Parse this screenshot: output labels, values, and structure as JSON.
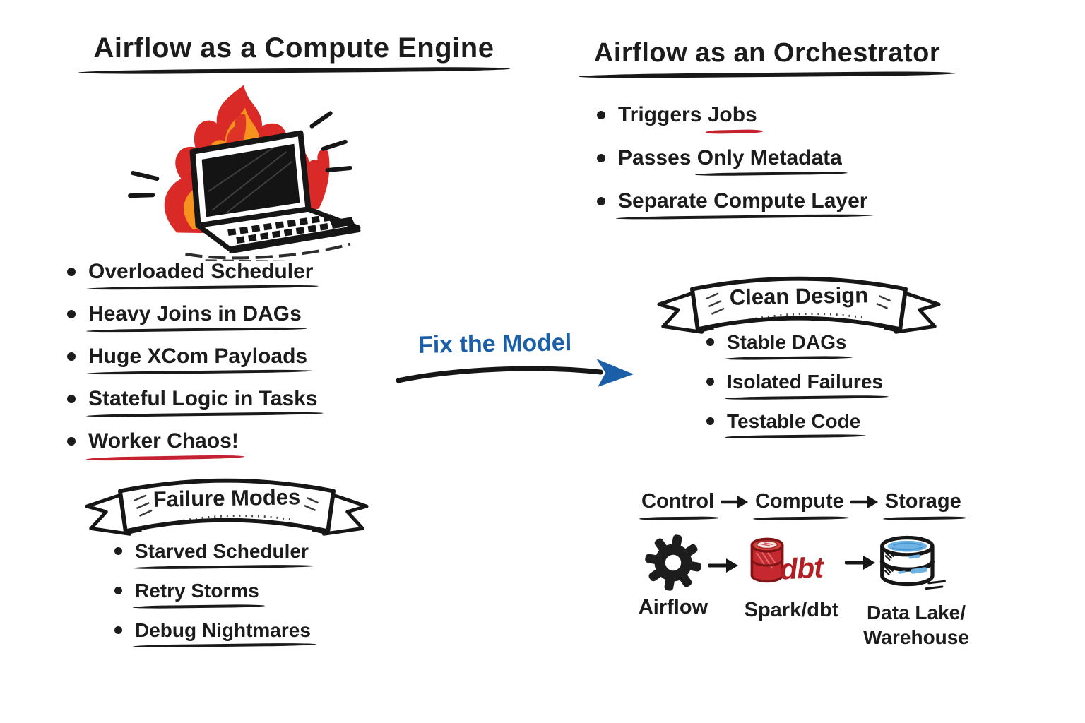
{
  "left": {
    "title": "Airflow as a Compute Engine",
    "illustration": "burning-laptop",
    "bullets": [
      {
        "text": "Overloaded Scheduler",
        "underline": "black"
      },
      {
        "text": "Heavy Joins in DAGs",
        "underline": "black"
      },
      {
        "text": "Huge XCom Payloads",
        "underline": "black"
      },
      {
        "text": "Stateful Logic in Tasks",
        "underline": "black"
      },
      {
        "text": "Worker Chaos!",
        "underline": "red"
      }
    ],
    "banner": {
      "label": "Failure Modes"
    },
    "banner_bullets": [
      {
        "text": "Starved Scheduler",
        "underline": "black"
      },
      {
        "text": "Retry Storms",
        "underline": "black"
      },
      {
        "text": "Debug Nightmares",
        "underline": "black"
      }
    ]
  },
  "center": {
    "label": "Fix the Model"
  },
  "right": {
    "title": "Airflow as an Orchestrator",
    "bullets": [
      {
        "prefix": "Triggers ",
        "underlined": "Jobs",
        "underline": "red"
      },
      {
        "prefix": "Passes ",
        "underlined": "Only Metadata",
        "underline": "black"
      },
      {
        "prefix": "",
        "underlined": "Separate Compute Layer",
        "underline": "black"
      }
    ],
    "banner": {
      "label": "Clean Design"
    },
    "banner_bullets": [
      {
        "text": "Stable DAGs",
        "underline": "black"
      },
      {
        "text": "Isolated Failures",
        "underline": "black"
      },
      {
        "text": "Testable Code",
        "underline": "black"
      }
    ],
    "flow": {
      "steps": [
        "Control",
        "Compute",
        "Storage"
      ],
      "nodes": [
        {
          "icon": "gear-icon",
          "lines": [
            "Airflow"
          ]
        },
        {
          "icon": "spark-dbt-icon",
          "icon_text": "dbt",
          "lines": [
            "Spark/dbt"
          ]
        },
        {
          "icon": "database-icon",
          "lines": [
            "Data Lake/",
            "Warehouse"
          ]
        }
      ]
    }
  },
  "colors": {
    "ink": "#1c1c1c",
    "accent_blue": "#1b5fa8",
    "accent_red": "#c42230",
    "flame_red": "#da2a28",
    "flame_orange": "#f6921d",
    "flame_yellow": "#ffd231",
    "dbt_red": "#c5282e",
    "storage_blue": "#6fb3e4"
  }
}
